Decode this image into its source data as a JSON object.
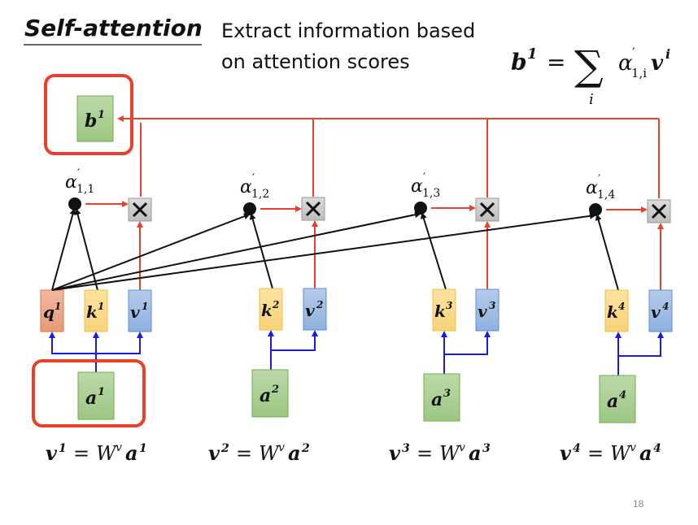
{
  "slide": {
    "title": "Self-attention",
    "subtitle_line1": "Extract information based",
    "subtitle_line2": "on attention scores",
    "page_number": "18"
  },
  "formula": {
    "lhs": "b",
    "lhs_sup": "1",
    "equals": "=",
    "sum": "∑",
    "sum_index": "i",
    "alpha": "α",
    "alpha_prime": "′",
    "alpha_sub": "1,i",
    "v": "v",
    "v_sup": "i"
  },
  "output": {
    "label": "b",
    "sup": "1"
  },
  "query": {
    "label": "q",
    "sup": "1"
  },
  "columns": [
    {
      "alpha_sub": "1,1",
      "key": "k",
      "value": "v",
      "input": "a",
      "sup": "1",
      "eq": {
        "lhs": "v",
        "sup": "1",
        "w": "W",
        "wsup": "v",
        "rhs": "a"
      }
    },
    {
      "alpha_sub": "1,2",
      "key": "k",
      "value": "v",
      "input": "a",
      "sup": "2",
      "eq": {
        "lhs": "v",
        "sup": "2",
        "w": "W",
        "wsup": "v",
        "rhs": "a"
      }
    },
    {
      "alpha_sub": "1,3",
      "key": "k",
      "value": "v",
      "input": "a",
      "sup": "3",
      "eq": {
        "lhs": "v",
        "sup": "3",
        "w": "W",
        "wsup": "v",
        "rhs": "a"
      }
    },
    {
      "alpha_sub": "1,4",
      "key": "k",
      "value": "v",
      "input": "a",
      "sup": "4",
      "eq": {
        "lhs": "v",
        "sup": "4",
        "w": "W",
        "wsup": "v",
        "rhs": "a"
      }
    }
  ],
  "multiply_symbol": "×",
  "alpha_symbol": "α",
  "prime_symbol": "′",
  "equals_symbol": "=",
  "colors": {
    "red": "#e8402a",
    "blue": "#1a1ae6",
    "black": "#111111",
    "green_fill": "#a9d18e",
    "green_border": "#70ad47",
    "yellow_fill": "#fcd98b",
    "yellow_border": "#f0c040",
    "blue_fill": "#9ab8e0",
    "blue_border": "#5b8fd0",
    "orange_fill": "#eda88a",
    "orange_border": "#d9774a",
    "gray_fill": "#cccccc",
    "gray_border": "#999999"
  }
}
